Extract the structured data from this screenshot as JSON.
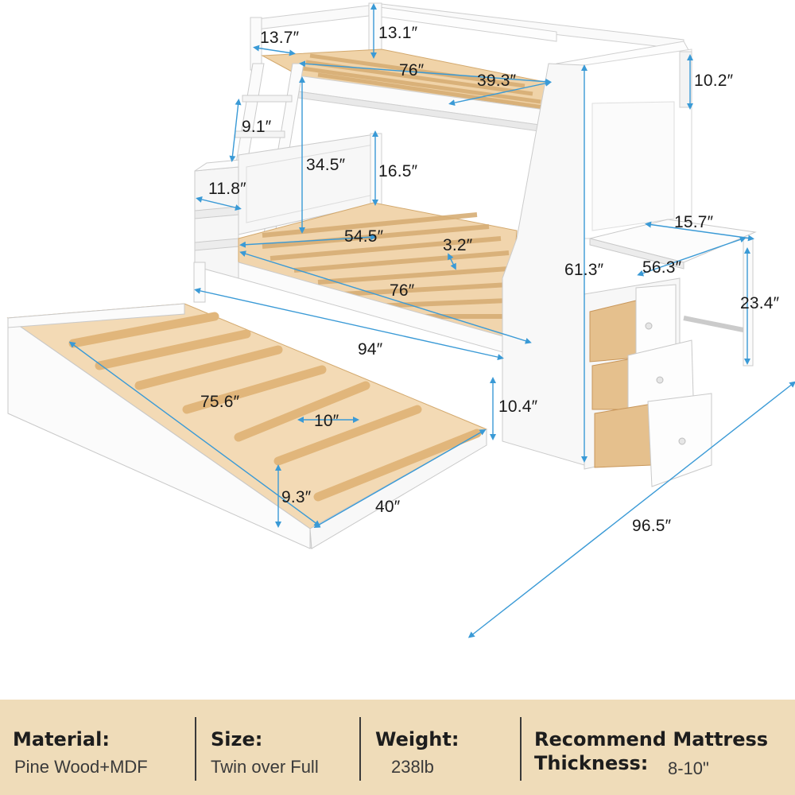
{
  "dimensions": {
    "top_rail_width": "13.7″",
    "top_guard_height": "13.1″",
    "top_bed_length": "76″",
    "top_bed_width": "39.3″",
    "shelf_height": "10.2″",
    "ladder_step_spacing": "9.1″",
    "lower_clearance": "34.5″",
    "lower_headboard_height": "16.5″",
    "stair_width": "11.8″",
    "bottom_bed_width": "54.5″",
    "slat_gap": "3.2″",
    "bottom_bed_length": "76″",
    "desk_depth": "15.7″",
    "overall_height": "61.3″",
    "desk_width": "56.3″",
    "desk_height": "23.4″",
    "overall_length": "94″",
    "base_height": "10.4″",
    "trundle_length": "75.6″",
    "trundle_slat_gap": "10″",
    "trundle_height": "9.3″",
    "trundle_width": "40″",
    "overall_depth": "96.5″"
  },
  "specs": {
    "material_label": "Material:",
    "material_value": "Pine Wood+MDF",
    "size_label": "Size:",
    "size_value": "Twin over Full",
    "weight_label": "Weight:",
    "weight_value": "238lb",
    "mattress_label_1": "Recommend Mattress",
    "mattress_label_2": "Thickness:",
    "mattress_value": "8-10\""
  },
  "colors": {
    "arrow": "#3a9ad6",
    "frame": "#fbfbfb",
    "frame_edge": "#c9c9c9",
    "wood": "#efcfa3",
    "wood_edge": "#d3a96e",
    "banner": "#efdcb9"
  }
}
